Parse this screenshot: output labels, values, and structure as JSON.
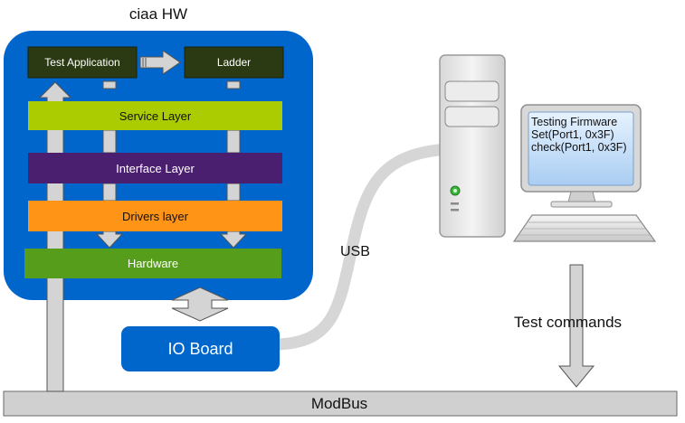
{
  "title": "ciaa HW",
  "layers": {
    "test_application": "Test Application",
    "ladder": "Ladder",
    "service": "Service Layer",
    "interface": "Interface Layer",
    "drivers": "Drivers layer",
    "hardware": "Hardware"
  },
  "io_board": "IO Board",
  "usb_label": "USB",
  "test_commands_label": "Test commands",
  "bus_label": "ModBus",
  "monitor": {
    "lines": [
      "Testing Firmware",
      "Set(Port1, 0x3F)",
      "check(Port1, 0x3F)"
    ]
  },
  "colors": {
    "board": "#0066cc",
    "top_box": "#2b3a12",
    "service": "#aacc00",
    "interface": "#4b1f6f",
    "drivers": "#ff9416",
    "hardware": "#579d1c",
    "arrow_fill": "#d4d4d4",
    "cable": "#d6d6d6",
    "bus": "#d0d0d0"
  }
}
